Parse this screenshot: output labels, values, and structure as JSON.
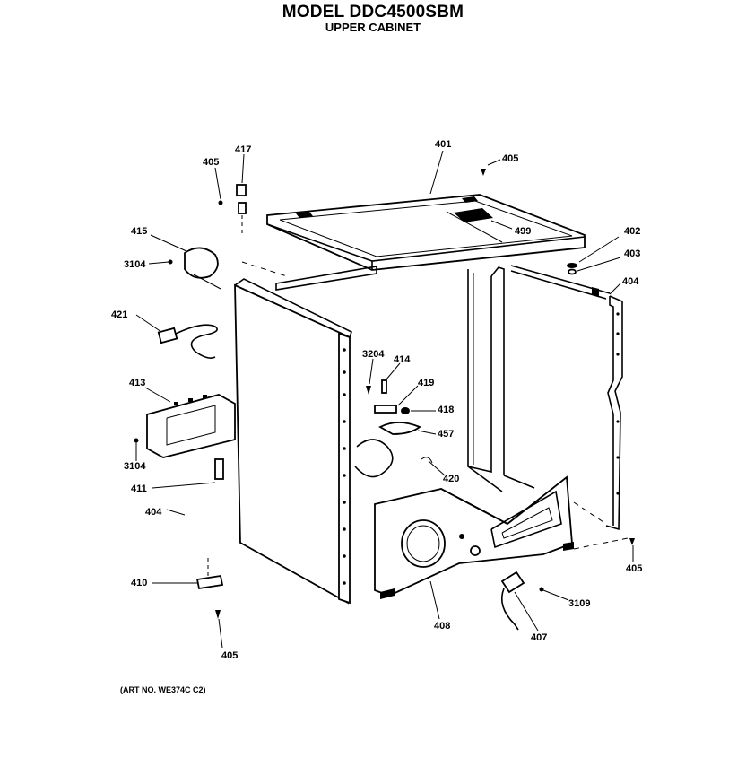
{
  "header": {
    "title": "MODEL DDC4500SBM",
    "subtitle": "UPPER CABINET"
  },
  "footer": {
    "art_number": "(ART NO. WE374C C2)"
  },
  "part_labels": [
    "401",
    "405",
    "417",
    "405",
    "415",
    "3104",
    "499",
    "402",
    "403",
    "404",
    "421",
    "3204",
    "414",
    "419",
    "418",
    "457",
    "413",
    "3104",
    "420",
    "411",
    "404",
    "405",
    "410",
    "408",
    "407",
    "3109",
    "405"
  ]
}
